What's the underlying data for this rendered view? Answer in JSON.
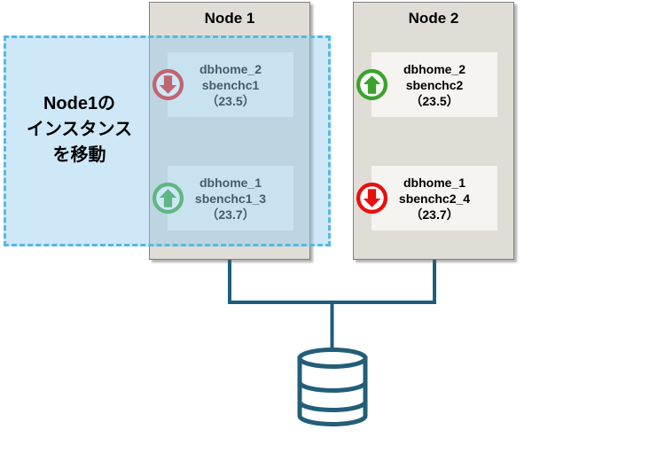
{
  "highlight": {
    "label_lines": [
      "Node1の",
      "インスタンス",
      "を移動"
    ],
    "fill_color": "#C9E7F7",
    "border_color": "#57B7E8"
  },
  "nodes": [
    {
      "title": "Node 1",
      "instances": [
        {
          "home": "dbhome_2",
          "name": "sbenchc1",
          "version": "（23.5）",
          "direction": "down"
        },
        {
          "home": "dbhome_1",
          "name": "sbenchc1_3",
          "version": "（23.7）",
          "direction": "up"
        }
      ]
    },
    {
      "title": "Node 2",
      "instances": [
        {
          "home": "dbhome_2",
          "name": "sbenchc2",
          "version": "（23.5）",
          "direction": "up"
        },
        {
          "home": "dbhome_1",
          "name": "sbenchc2_4",
          "version": "（23.7）",
          "direction": "down"
        }
      ]
    }
  ],
  "icons": {
    "up": "up-arrow-circle-icon",
    "down": "down-arrow-circle-icon",
    "storage": "database-cylinder-icon"
  },
  "colors": {
    "up_arrow": "#3AA42C",
    "down_arrow": "#E8100C",
    "connector": "#1D5D7E",
    "cylinder_outline": "#235E78",
    "node_fill": "#E0DDD6",
    "node_border": "#7F7F7F",
    "instance_box_fill": "#F5F4F1"
  }
}
